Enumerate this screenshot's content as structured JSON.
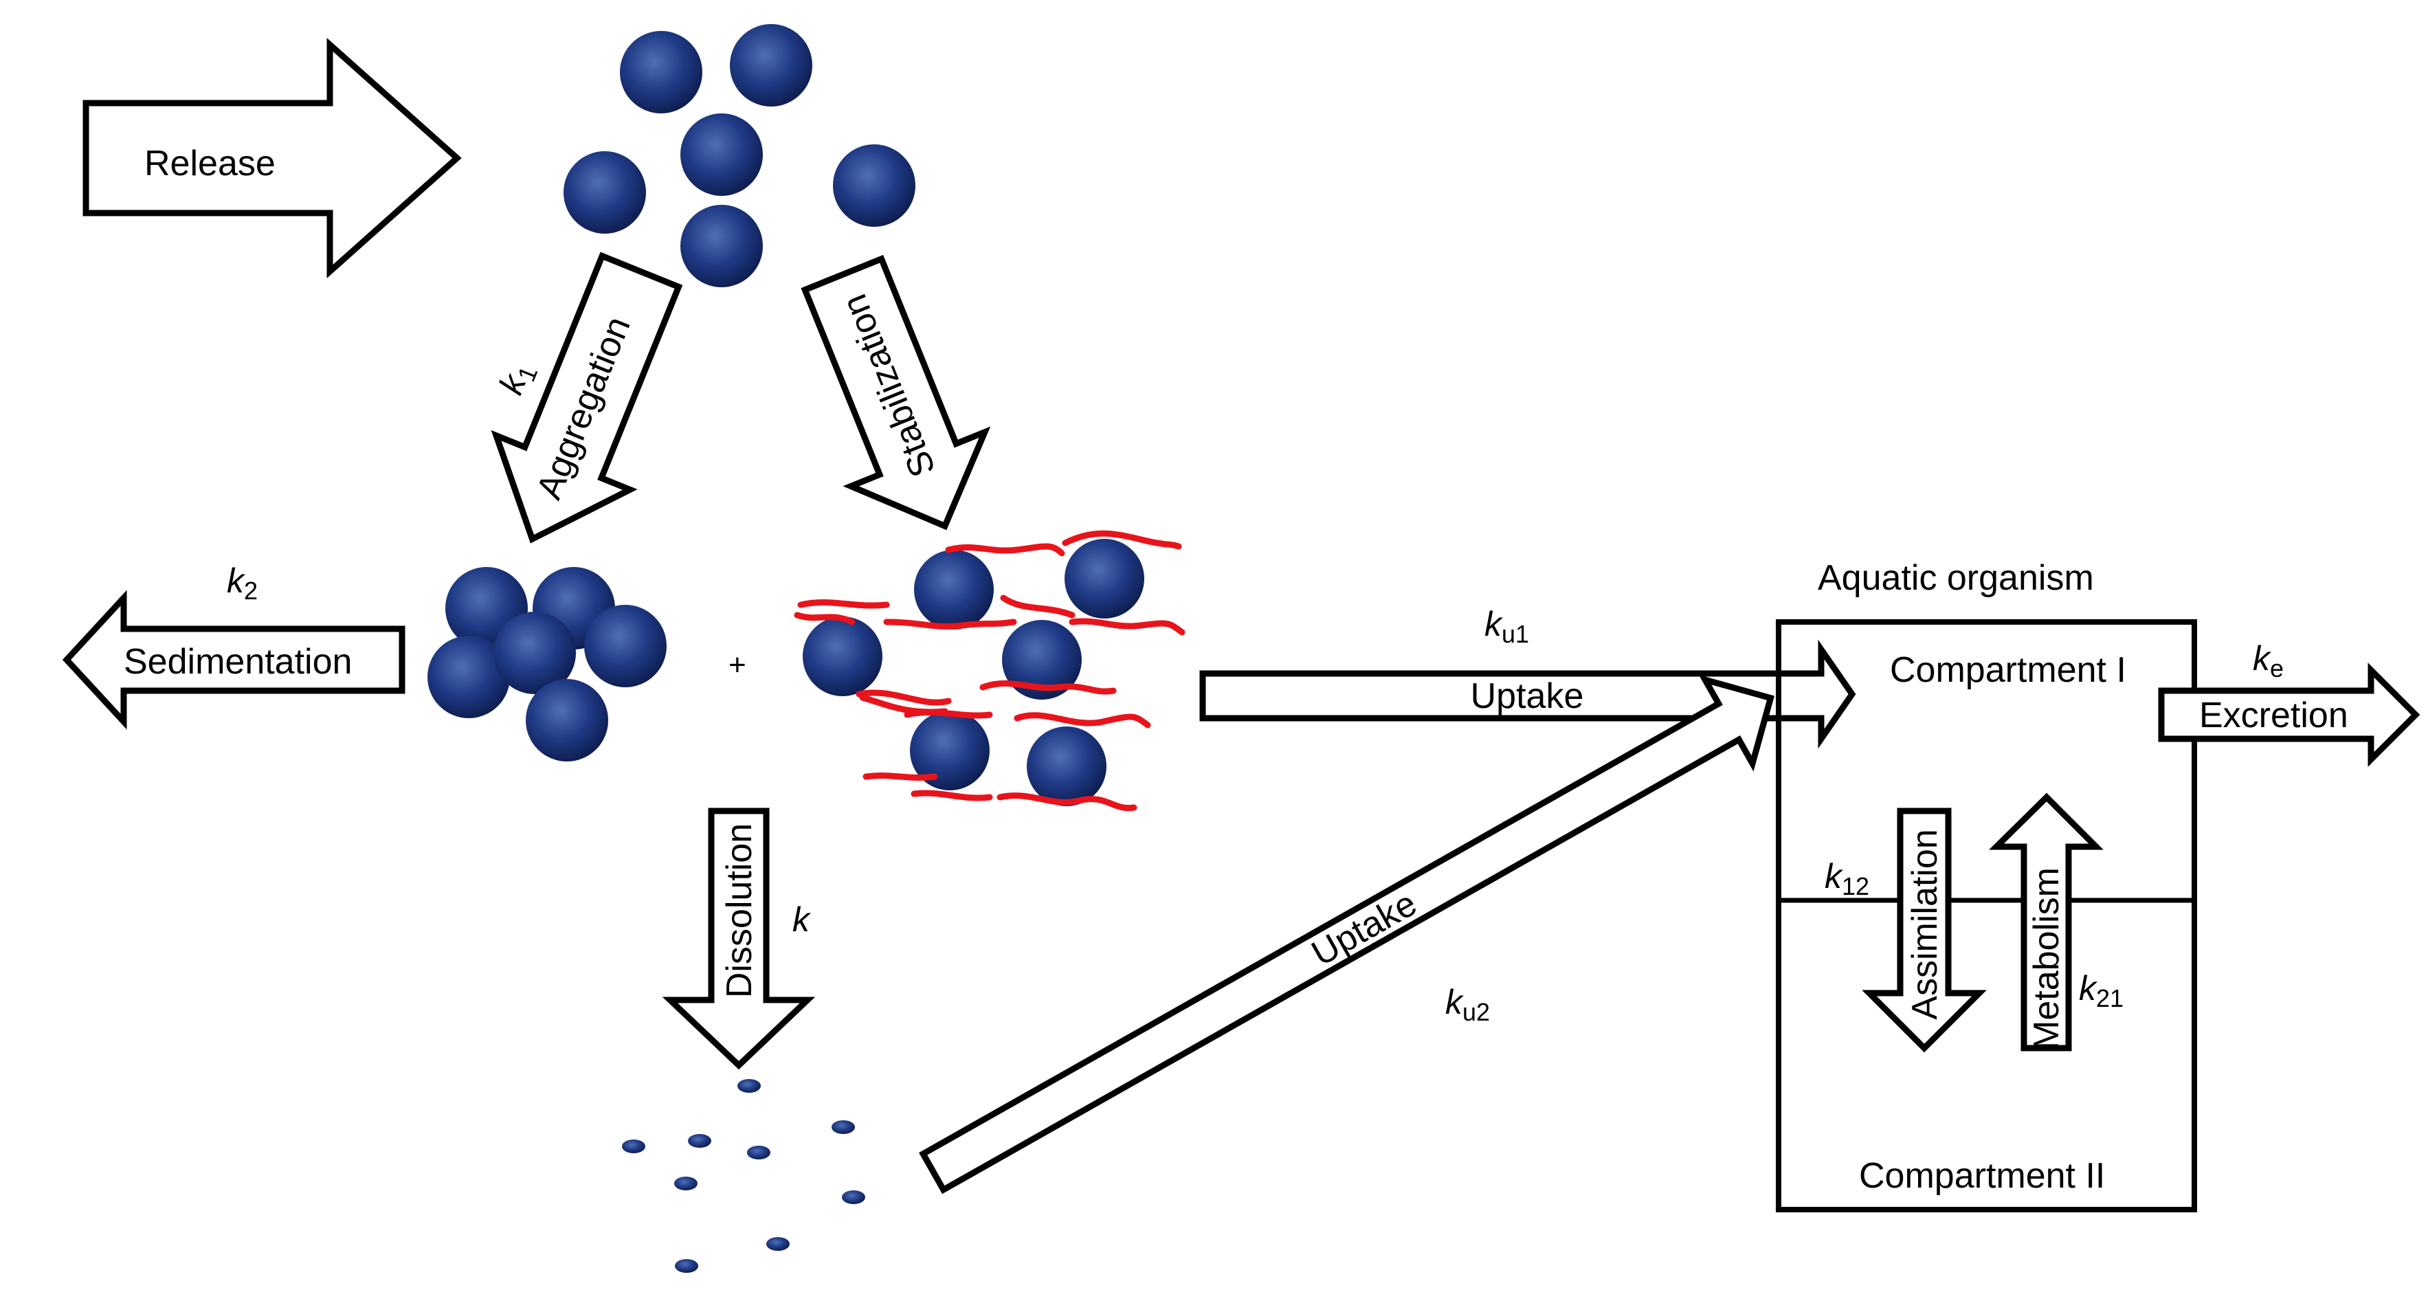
{
  "colors": {
    "particle": "#1a2f6e",
    "particle_highlight": "#4f6fb5",
    "coating": "#e8141c",
    "stroke": "#000000"
  },
  "labels": {
    "release": "Release",
    "aggregation": "Aggregation",
    "stabilization": "Stabilization",
    "sedimentation": "Sedimentation",
    "dissolution": "Dissolution",
    "uptake1": "Uptake",
    "uptake2": "Uptake",
    "excretion": "Excretion",
    "assimilation": "Assimilation",
    "metabolism": "Metabolism",
    "plus": "+",
    "aquatic_organism": "Aquatic organism",
    "compartment1": "Compartment I",
    "compartment2": "Compartment II"
  },
  "rates": {
    "k1": {
      "base": "k",
      "sub": "1"
    },
    "k2": {
      "base": "k",
      "sub": "2"
    },
    "k": {
      "base": "k",
      "sub": ""
    },
    "ku1": {
      "base": "k",
      "sub": "u1"
    },
    "ku2": {
      "base": "k",
      "sub": "u2"
    },
    "ke": {
      "base": "k",
      "sub": "e"
    },
    "k12": {
      "base": "k",
      "sub": "12"
    },
    "k21": {
      "base": "k",
      "sub": "21"
    }
  }
}
